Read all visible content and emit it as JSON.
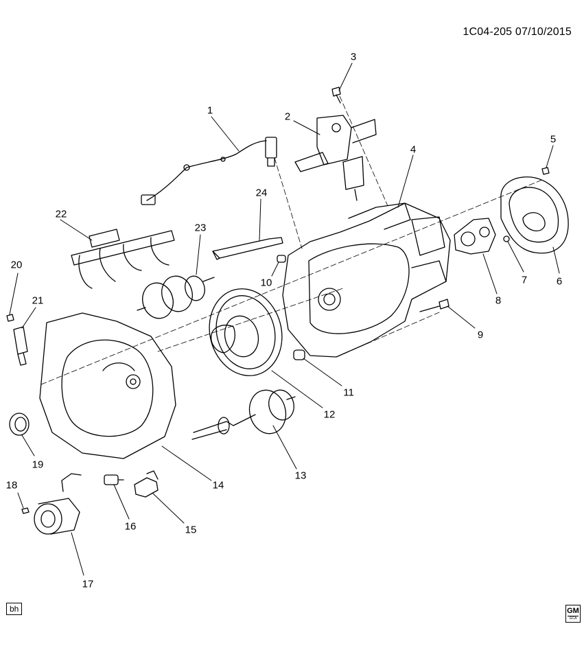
{
  "header": {
    "code": "1C04-205 07/10/2015"
  },
  "callouts": [
    "1",
    "2",
    "3",
    "4",
    "5",
    "6",
    "7",
    "8",
    "9",
    "10",
    "11",
    "12",
    "13",
    "14",
    "15",
    "16",
    "17",
    "18",
    "19",
    "20",
    "21",
    "22",
    "23",
    "24"
  ],
  "footer": {
    "tag": "bh",
    "logo_main": "GM",
    "logo_sub": "GCA"
  }
}
